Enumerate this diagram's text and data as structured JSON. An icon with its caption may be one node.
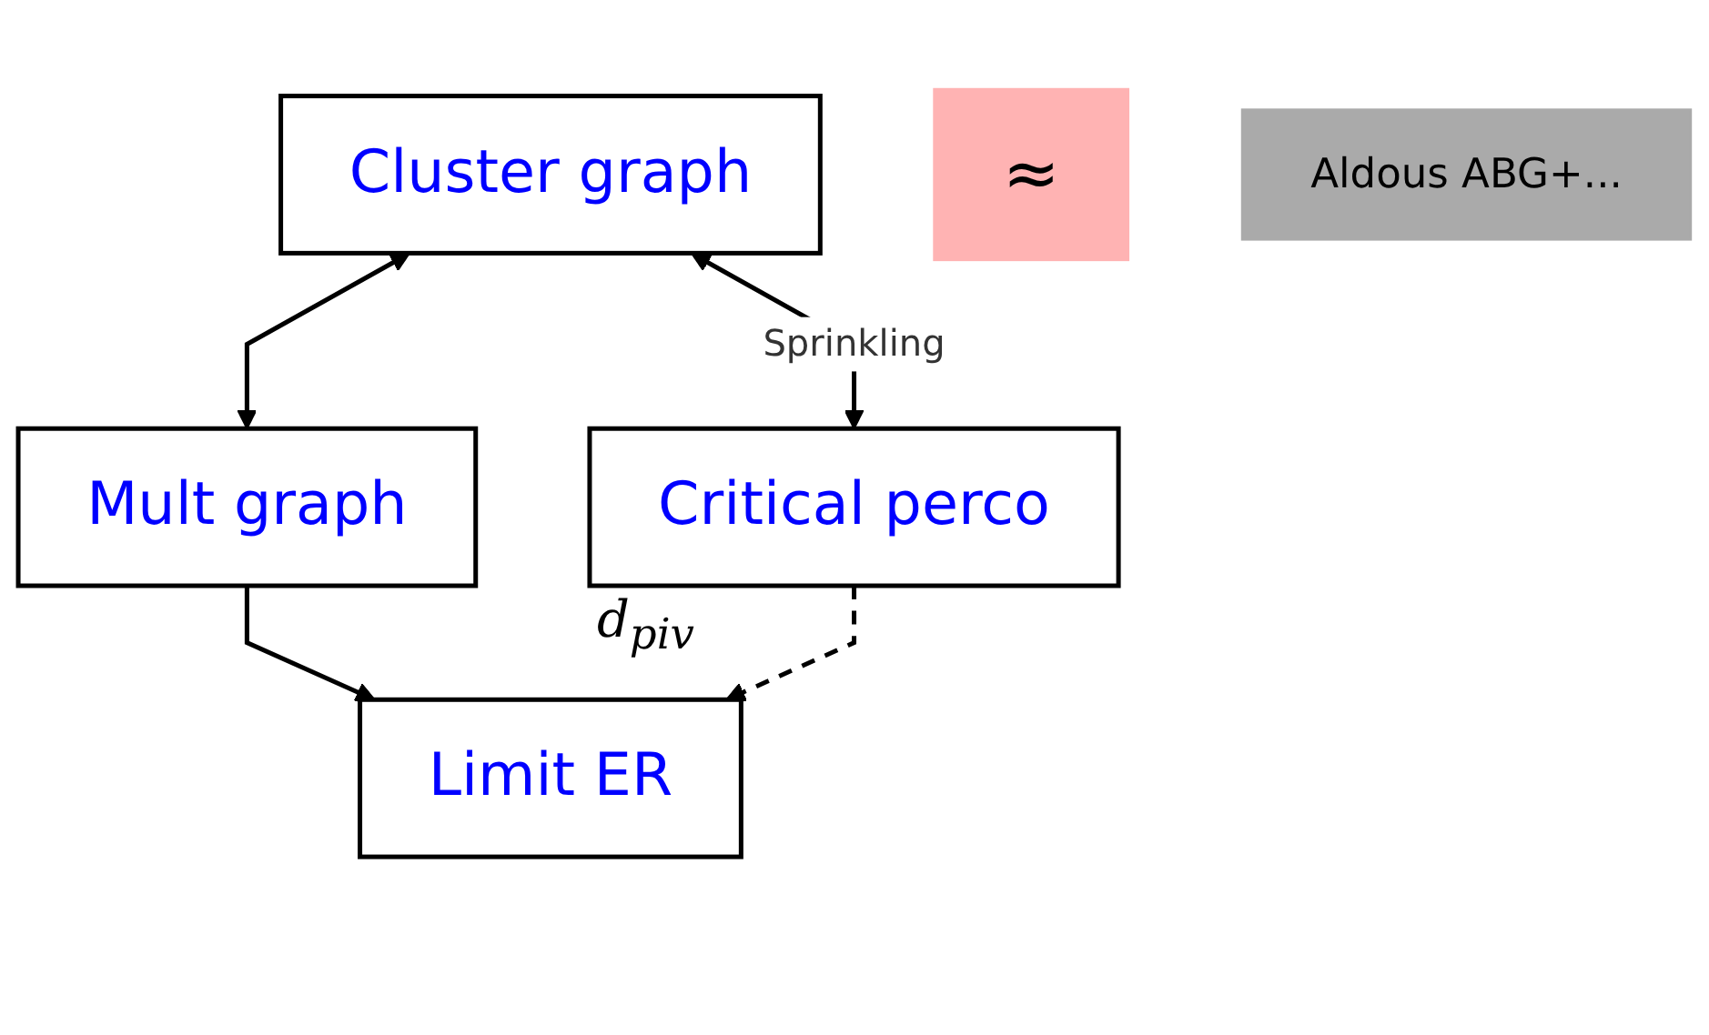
{
  "diagram": {
    "nodes": [
      {
        "text": [
          "Cluster graph"
        ]
      },
      {
        "text": [
          "Mult graph"
        ]
      },
      {
        "text": [
          "≈"
        ]
      },
      {
        "text": [
          "Aldous ABG+..."
        ]
      },
      {
        "text": [
          "Critical perco"
        ],
        "beside": [
          "d$_{piv}$"
        ]
      },
      {
        "text": [
          "Limit ER"
        ]
      }
    ],
    "edges": [
      {
        "from": 0,
        "to": 1,
        "arrow": "both"
      },
      {
        "from": 0,
        "to": 4,
        "arrow": "both",
        "label": "Sprinkling"
      },
      {
        "from": 1,
        "to": 5,
        "arrow": "to"
      },
      {
        "from": 4,
        "to": 5,
        "arrow": "to",
        "style": "dashed"
      }
    ]
  }
}
